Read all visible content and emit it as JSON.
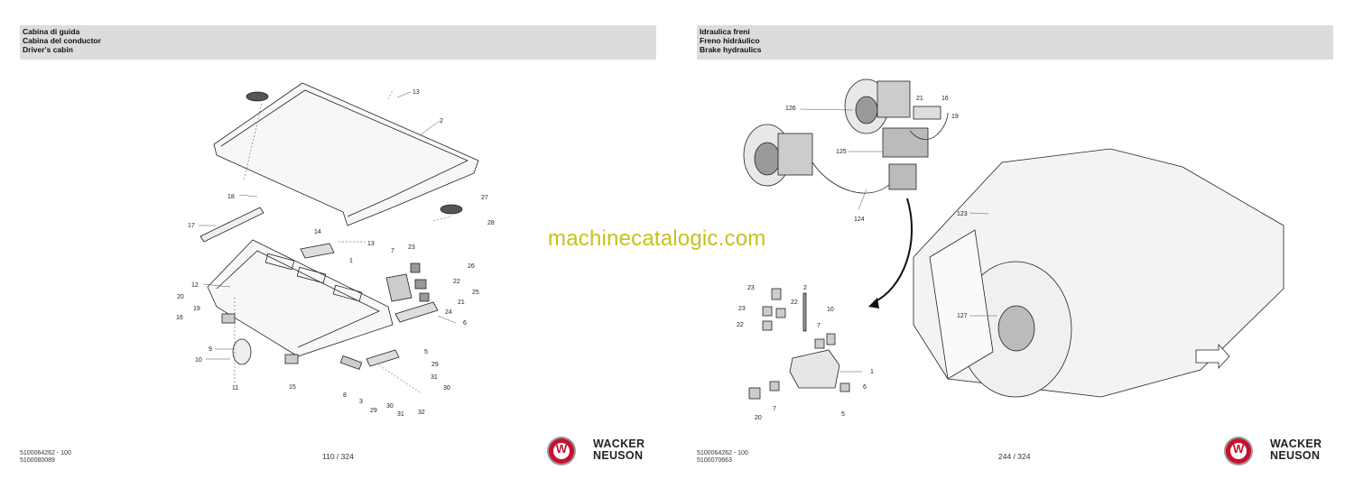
{
  "left_page": {
    "header": {
      "line1": "Cabina di guida",
      "line2": "Cabina del conductor",
      "line3": "Driver's cabin"
    },
    "footer": {
      "code1": "5100064262 - 100",
      "code2": "5100080089",
      "page": "110 / 324"
    },
    "callouts": [
      "13",
      "2",
      "27",
      "28",
      "18",
      "17",
      "14",
      "13",
      "1",
      "7",
      "23",
      "26",
      "22",
      "25",
      "21",
      "24",
      "6",
      "12",
      "20",
      "19",
      "16",
      "9",
      "10",
      "11",
      "15",
      "8",
      "3",
      "5",
      "29",
      "31",
      "30",
      "29",
      "30",
      "31",
      "32"
    ]
  },
  "right_page": {
    "header": {
      "line1": "Idraulica freni",
      "line2": "Freno hidráulico",
      "line3": "Brake hydraulics"
    },
    "footer": {
      "code1": "5100064262 - 100",
      "code2": "5100070663",
      "page": "244 / 324"
    },
    "callouts": [
      "126",
      "21",
      "16",
      "19",
      "125",
      "124",
      "123",
      "127",
      "23",
      "2",
      "22",
      "23",
      "22",
      "7",
      "10",
      "1",
      "6",
      "20",
      "7",
      "5"
    ]
  },
  "watermark": "machinecatalogic.com",
  "brand": {
    "line1": "WACKER",
    "line2": "NEUSON",
    "logo_letter": "W",
    "logo_color": "#c8102e"
  }
}
